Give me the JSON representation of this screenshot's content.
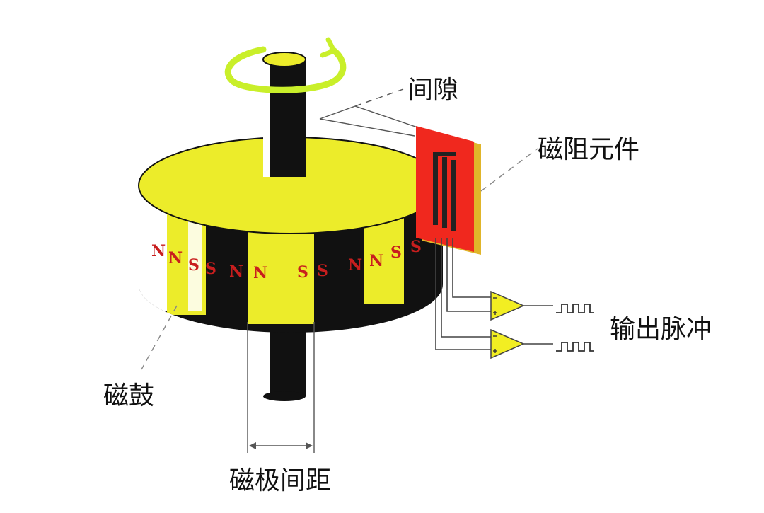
{
  "labels": {
    "gap": "间隙",
    "mr_element": "磁阻元件",
    "output_pulse": "输出脉冲",
    "drum": "磁鼓",
    "pole_spacing": "磁极间距"
  },
  "poles": [
    "N",
    "N",
    "S",
    "S",
    "N",
    "N",
    "S",
    "S",
    "N",
    "N",
    "S",
    "S"
  ],
  "colors": {
    "drum_yellow": "#ecec2a",
    "drum_black": "#111111",
    "pole_text": "#c81e1e",
    "sensor_red": "#f0281e",
    "sensor_edge": "#e0b52a",
    "amp_yellow": "#f2ee22",
    "rotation_arrow": "#c9ef2a"
  }
}
